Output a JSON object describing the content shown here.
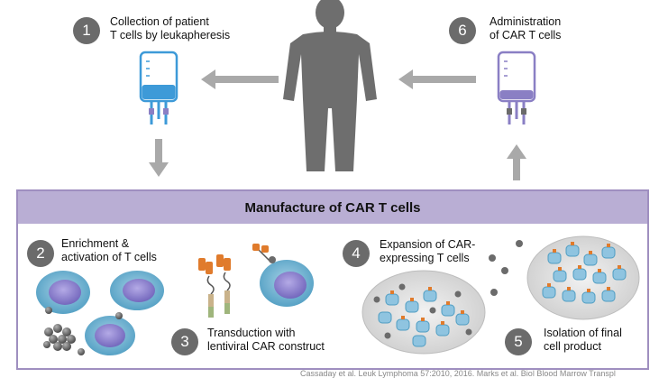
{
  "steps": [
    {
      "num": "1",
      "text": "Collection of patient\nT cells by leukapheresis"
    },
    {
      "num": "2",
      "text": "Enrichment &\nactivation of T cells"
    },
    {
      "num": "3",
      "text": "Transduction with\nlentiviral CAR construct"
    },
    {
      "num": "4",
      "text": "Expansion of CAR-\nexpressing T cells"
    },
    {
      "num": "5",
      "text": "Isolation of final\ncell product"
    },
    {
      "num": "6",
      "text": "Administration\nof CAR T cells"
    }
  ],
  "panel_title": "Manufacture of CAR T cells",
  "caption": "Cassaday et al. Leuk Lymphoma 57:2010, 2016. Marks et al. Biol Blood Marrow Transpl",
  "colors": {
    "step_circle": "#6b6b6b",
    "arrow": "#a9a9a9",
    "body_silhouette": "#6e6e6e",
    "bag1_fluid": "#3d9ad8",
    "bag6_fluid": "#8a7fc4",
    "panel_border": "#9f8fc0",
    "panel_header": "#b9aed4",
    "cell_outer": "#5aa6c8",
    "cell_nucleus": "#8f82cf"
  }
}
